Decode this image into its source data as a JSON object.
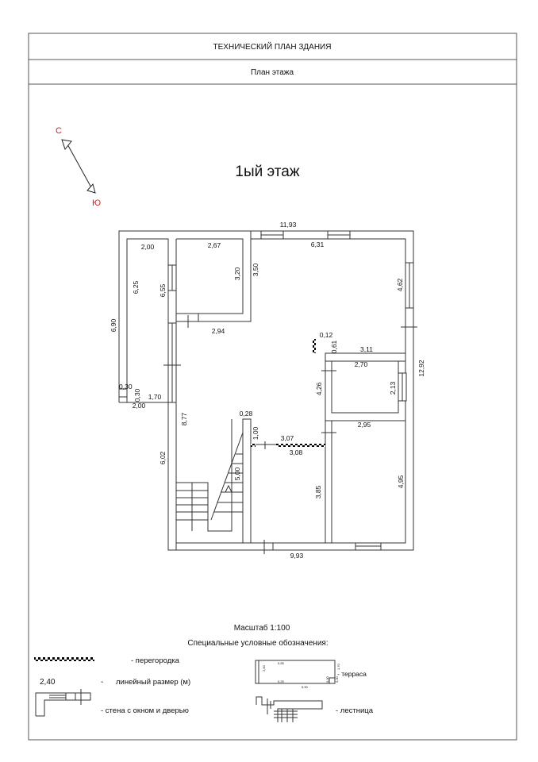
{
  "header": {
    "title": "ТЕХНИЧЕСКИЙ ПЛАН ЗДАНИЯ",
    "subtitle": "План  этажа"
  },
  "compass": {
    "north": "С",
    "south": "Ю",
    "north_color": "#d42020"
  },
  "floor_title": "1ый этаж",
  "dimensions": {
    "total_top": "11,93",
    "terrace_width": "2,00",
    "terrace_height": "6,25",
    "terrace_outer": "6,90",
    "room1_width": "2,67",
    "room1_height": "3,20",
    "room1_wall": "6,55",
    "room1_bottom": "2,94",
    "hall_height": "3,50",
    "big_room_width": "6,31",
    "big_room_height": "4,62",
    "partition_width": "0,12",
    "partition_height": "0,61",
    "big_room_bottom": "3,11",
    "total_right": "12,92",
    "small_room_width": "2,70",
    "small_room_height": "2,13",
    "corridor_height": "4,26",
    "terrace_corner_a": "0,30",
    "terrace_corner_b": "0,30",
    "terrace_bottom": "1,70",
    "terrace_bottom_total": "2,00",
    "hall_long": "8,77",
    "left_lower": "6,02",
    "stair_wall": "0,28",
    "stair_gap": "1,00",
    "stair_length": "5,00",
    "middle_top": "3,07",
    "middle_bottom": "3,08",
    "middle_height": "3,85",
    "right_room_width": "2,95",
    "right_room_height": "4,95",
    "total_bottom": "9,93"
  },
  "legend": {
    "scale": "Масштаб 1:100",
    "title": "Специальные условные обозначения:",
    "partition": "- перегородка",
    "dimension_sample": "2,40",
    "dimension_dash": "-",
    "dimension_label": "линейный размер (м)",
    "wall_label": "- стена с окном и дверью",
    "terrace_label": "- терраса",
    "stairs_label": "- лестница",
    "terrace_sample": {
      "top": "0,55",
      "left": "2,00",
      "bottom": "0,25",
      "total": "5,90",
      "right": "1,70",
      "c1": "0,30",
      "c2": "0,30"
    }
  }
}
